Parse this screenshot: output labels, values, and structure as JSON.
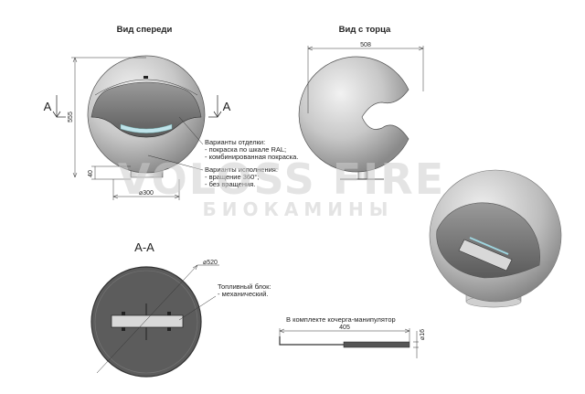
{
  "views": {
    "front_title": "Вид спереди",
    "side_title": "Вид с торца",
    "section_title": "А-А",
    "section_mark_left": "А",
    "section_mark_right": "А"
  },
  "dimensions": {
    "height_555": "555",
    "base_40": "40",
    "base_diameter": "⌀300",
    "width_508": "508",
    "section_diameter": "⌀520",
    "tool_length": "405",
    "tool_diameter": "⌀16"
  },
  "notes": {
    "finish_title": "Варианты отделки:",
    "finish_1": "- покраска по шкале RAL;",
    "finish_2": "- комбинированная покраска.",
    "exec_title": "Варианты исполнения:",
    "exec_1": "- вращение 360°;",
    "exec_2": "- без вращения.",
    "fuel_title": "Топливный блок:",
    "fuel_1": "- механический.",
    "kit": "В комплекте кочерга-манипулятор"
  },
  "watermark": {
    "main": "VOLOSS FIRE",
    "sub": "БИОКАМИНЫ"
  },
  "colors": {
    "sphere_light": "#e6e6e6",
    "sphere_mid": "#bdbdbd",
    "sphere_dark": "#8c8c8c",
    "section_fill": "#5c5c5c",
    "glass": "#bfe3ea",
    "line": "#222222"
  }
}
